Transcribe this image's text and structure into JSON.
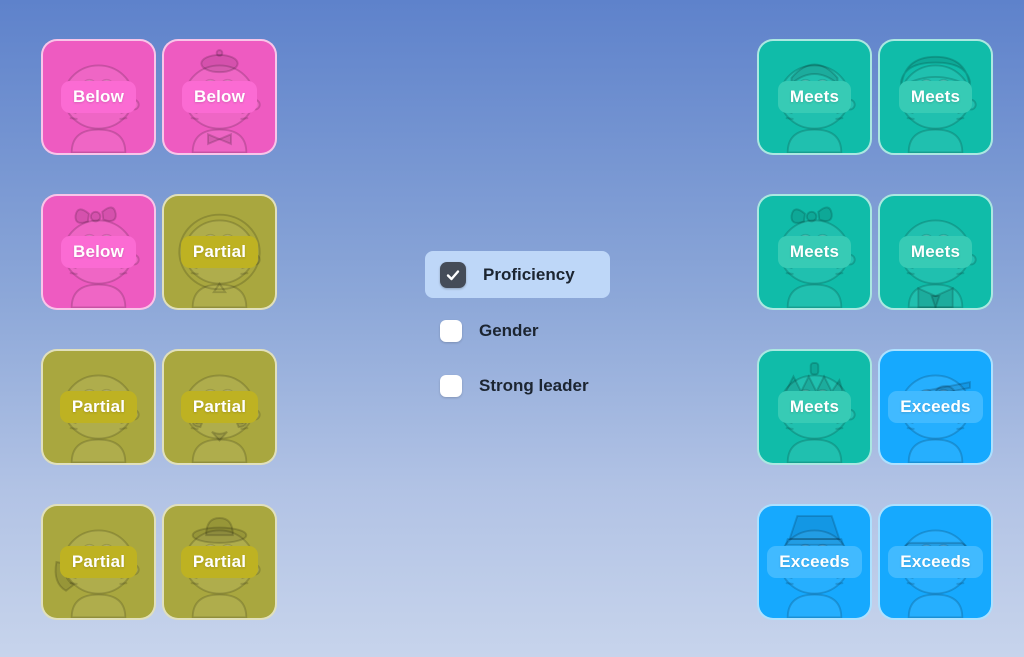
{
  "filters": {
    "items": [
      {
        "label": "Proficiency",
        "checked": true
      },
      {
        "label": "Gender",
        "checked": false
      },
      {
        "label": "Strong leader",
        "checked": false
      }
    ]
  },
  "left_grid": {
    "cards": [
      {
        "label": "Below",
        "status": "below",
        "variant": "plain"
      },
      {
        "label": "Below",
        "status": "below",
        "variant": "beret"
      },
      {
        "label": "Below",
        "status": "below",
        "variant": "bow"
      },
      {
        "label": "Partial",
        "status": "partial",
        "variant": "hood"
      },
      {
        "label": "Partial",
        "status": "partial",
        "variant": "plain"
      },
      {
        "label": "Partial",
        "status": "partial",
        "variant": "mustache"
      },
      {
        "label": "Partial",
        "status": "partial",
        "variant": "wave"
      },
      {
        "label": "Partial",
        "status": "partial",
        "variant": "cowboy"
      }
    ]
  },
  "right_grid": {
    "cards": [
      {
        "label": "Meets",
        "status": "meets",
        "variant": "cap"
      },
      {
        "label": "Meets",
        "status": "meets",
        "variant": "helmet"
      },
      {
        "label": "Meets",
        "status": "meets",
        "variant": "bow"
      },
      {
        "label": "Meets",
        "status": "meets",
        "variant": "scout"
      },
      {
        "label": "Meets",
        "status": "meets",
        "variant": "pumpkin"
      },
      {
        "label": "Exceeds",
        "status": "exceeds",
        "variant": "pirate"
      },
      {
        "label": "Exceeds",
        "status": "exceeds",
        "variant": "bucket"
      },
      {
        "label": "Exceeds",
        "status": "exceeds",
        "variant": "ninja"
      }
    ]
  },
  "colors": {
    "below": {
      "bg": "#ee5bc1",
      "pill": "#fb6bd3"
    },
    "partial": {
      "bg": "#a9a73f",
      "pill": "#beb222"
    },
    "meets": {
      "bg": "#10bca9",
      "pill": "#37cbb5"
    },
    "exceeds": {
      "bg": "#16a9fe",
      "pill": "#41baff"
    },
    "background_top": "#5e82cb",
    "background_bottom": "#c7d4ec",
    "filter_highlight": "#bed7f8",
    "checkbox_checked": "#454c58",
    "filter_text": "#1c2531"
  }
}
